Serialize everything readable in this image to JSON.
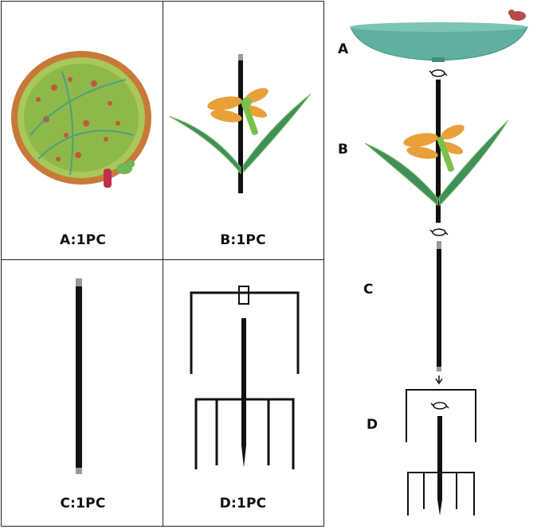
{
  "parts": [
    {
      "id": "A",
      "caption": "A:1PC"
    },
    {
      "id": "B",
      "caption": "B:1PC"
    },
    {
      "id": "C",
      "caption": "C:1PC"
    },
    {
      "id": "D",
      "caption": "D:1PC"
    }
  ],
  "assembly": {
    "labels": [
      "A",
      "B",
      "C",
      "D"
    ]
  },
  "colors": {
    "bowl_green": "#8fb84a",
    "bowl_rim": "#c9783a",
    "teal": "#5fb0a0",
    "pole": "#111111",
    "leaf": "#3f8f5a",
    "dragonfly": "#e8a13a"
  }
}
